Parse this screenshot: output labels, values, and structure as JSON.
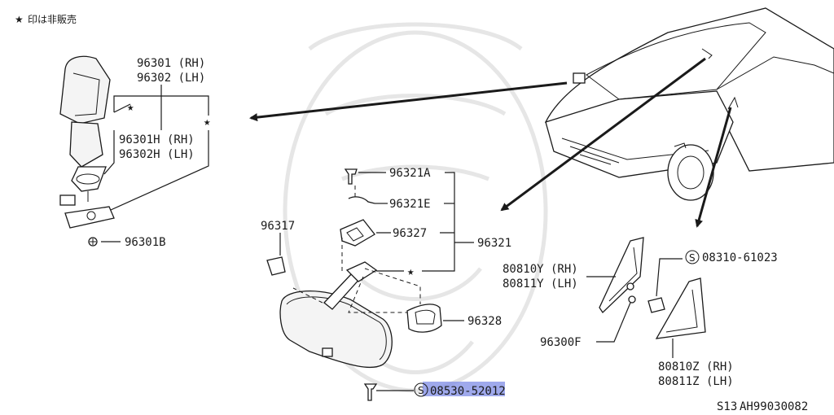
{
  "legend": {
    "star": "★",
    "text": "印は非販売"
  },
  "labels": {
    "p96301_rh": "96301 (RH)",
    "p96302_lh": "96302 (LH)",
    "p96301h_rh": "96301H (RH)",
    "p96302h_lh": "96302H (LH)",
    "p96301b": "96301B",
    "p96317": "96317",
    "p96321a": "96321A",
    "p96321e": "96321E",
    "p96327": "96327",
    "p96321": "96321",
    "p96328": "96328",
    "p08530": "08530-52012",
    "p80810y": "80810Y (RH)",
    "p80811y": "80811Y (LH)",
    "p08310": "08310-61023",
    "p96300f": "96300F",
    "p80810z": "80810Z (RH)",
    "p80811z": "80811Z (LH)"
  },
  "symbols": {
    "screw_mark": "S",
    "star": "★"
  },
  "footer": {
    "model": "S13",
    "drawing_code": "AH99030082"
  },
  "colors": {
    "line": "#1a1a1a",
    "highlight": "#7f8ce6",
    "watermark": "#e6e6e6"
  }
}
